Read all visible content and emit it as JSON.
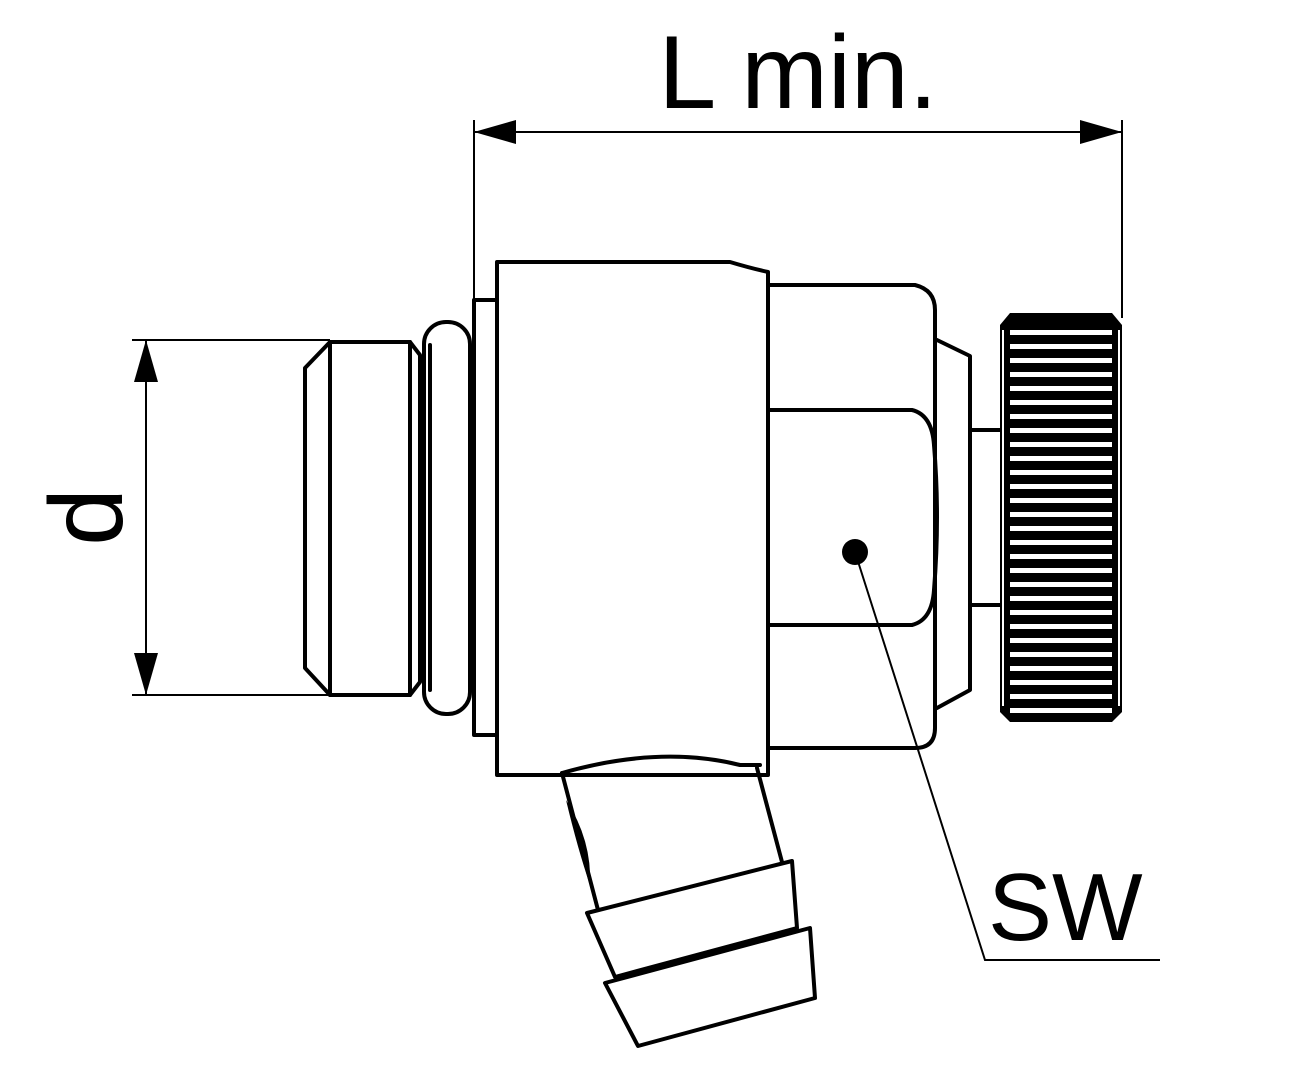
{
  "labels": {
    "length": "L min.",
    "diameter": "d",
    "wrench_size": "SW"
  },
  "colors": {
    "line": "#000000",
    "background": "#ffffff"
  }
}
